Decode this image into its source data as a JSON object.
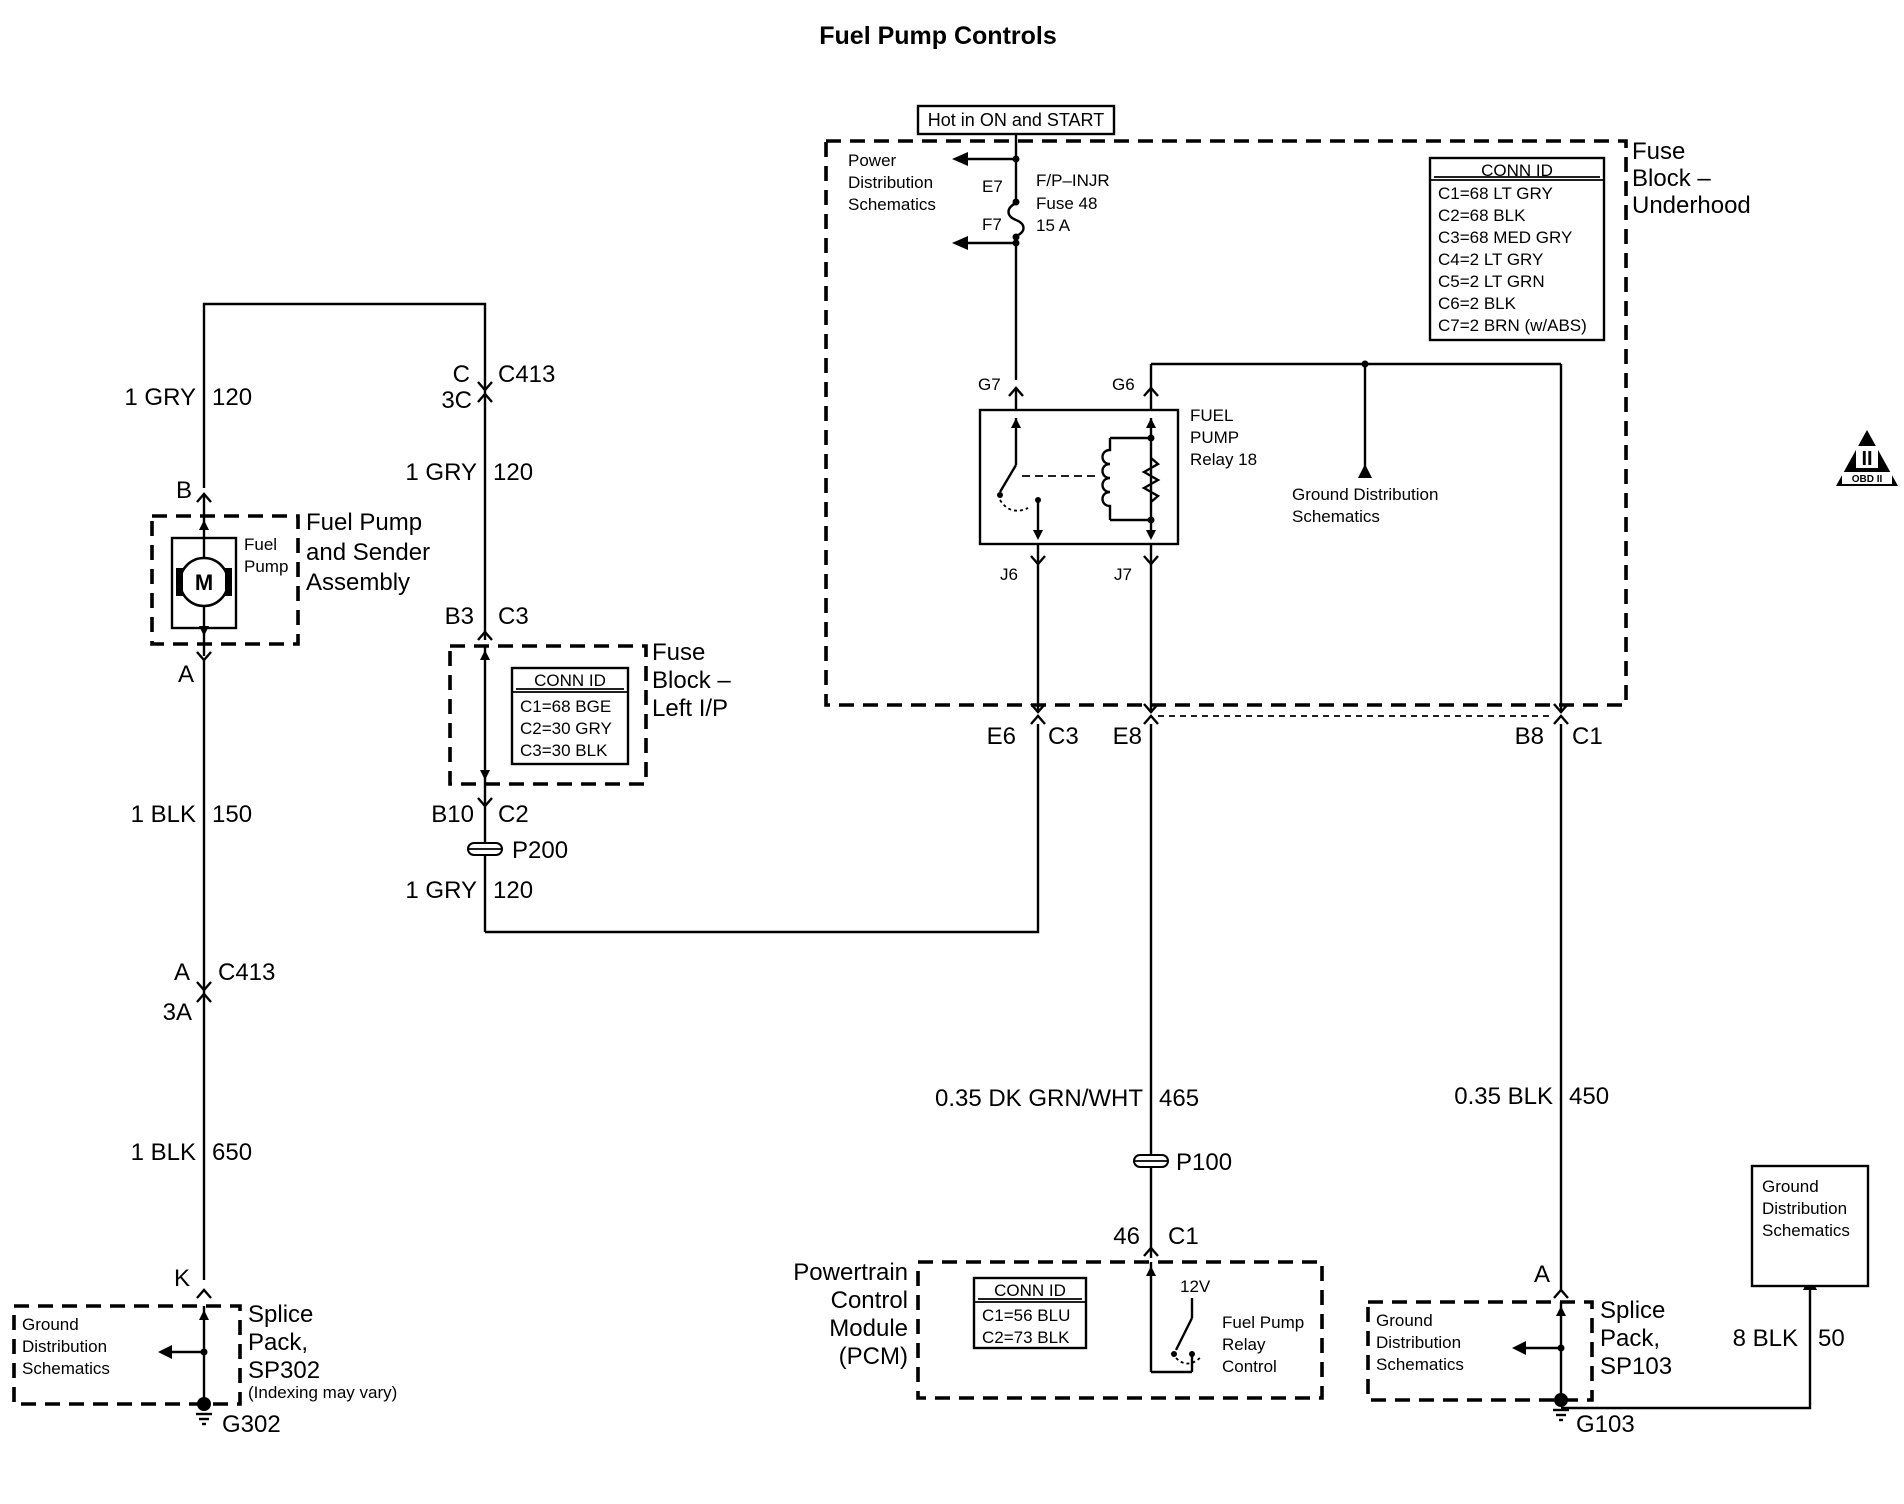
{
  "title": "Fuel Pump Controls",
  "hot_label": "Hot in ON and START",
  "fuse_block_underhood": {
    "title": [
      "Fuse",
      "Block –",
      "Underhood"
    ],
    "conn_title": "CONN ID",
    "conn": [
      "C1=68 LT GRY",
      "C2=68 BLK",
      "C3=68 MED GRY",
      "C4=2 LT GRY",
      "C5=2 LT GRN",
      "C6=2 BLK",
      "C7=2 BRN (w/ABS)"
    ]
  },
  "power_dist": [
    "Power",
    "Distribution",
    "Schematics"
  ],
  "fuse48": {
    "pin_top": "E7",
    "pin_bottom": "F7",
    "lines": [
      "F/P–INJR",
      "Fuse 48",
      "15 A"
    ]
  },
  "relay": {
    "lines": [
      "FUEL",
      "PUMP",
      "Relay 18"
    ],
    "pin_g7": "G7",
    "pin_g6": "G6",
    "pin_j6": "J6",
    "pin_j7": "J7"
  },
  "ground_dist_top": [
    "Ground Distribution",
    "Schematics"
  ],
  "obd": "OBD II",
  "obd_numeral": "II",
  "fuel_pump": {
    "title": [
      "Fuel Pump",
      "and Sender",
      "Assembly"
    ],
    "label": [
      "Fuel",
      "Pump"
    ],
    "motor": "M",
    "pin_b": "B",
    "pin_a": "A"
  },
  "fuse_block_lip": {
    "title": [
      "Fuse",
      "Block –",
      "Left I/P"
    ],
    "conn_title": "CONN ID",
    "conn": [
      "C1=68 BGE",
      "C2=30 GRY",
      "C3=30 BLK"
    ]
  },
  "connectors": {
    "c413_top": {
      "pin": "C",
      "name": "C413",
      "sub": "3C"
    },
    "b3": {
      "pin": "B3",
      "name": "C3"
    },
    "b10": {
      "pin": "B10",
      "name": "C2"
    },
    "p200": "P200",
    "c413_low": {
      "pin": "A",
      "name": "C413",
      "sub": "3A"
    },
    "e6": {
      "pin": "E6",
      "name": "C3"
    },
    "e8": "E8",
    "b8": {
      "pin": "B8",
      "name": "C1"
    },
    "p100": "P100",
    "pcm_pin": {
      "pin": "46",
      "name": "C1"
    },
    "k": "K",
    "sp103_a": "A"
  },
  "wires": {
    "w120_a": {
      "color": "1 GRY",
      "circuit": "120"
    },
    "w120_b": {
      "color": "1 GRY",
      "circuit": "120"
    },
    "w120_c": {
      "color": "1 GRY",
      "circuit": "120"
    },
    "w150": {
      "color": "1 BLK",
      "circuit": "150"
    },
    "w650": {
      "color": "1 BLK",
      "circuit": "650"
    },
    "w465": {
      "color": "0.35 DK GRN/WHT",
      "circuit": "465"
    },
    "w450": {
      "color": "0.35 BLK",
      "circuit": "450"
    },
    "w50": {
      "color": "8 BLK",
      "circuit": "50"
    }
  },
  "pcm": {
    "title": [
      "Powertrain",
      "Control",
      "Module",
      "(PCM)"
    ],
    "conn_title": "CONN ID",
    "conn": [
      "C1=56 BLU",
      "C2=73 BLK"
    ],
    "volt": "12V",
    "control": [
      "Fuel Pump",
      "Relay",
      "Control"
    ]
  },
  "sp302": {
    "title": [
      "Splice",
      "Pack,",
      "SP302"
    ],
    "note": "(Indexing may vary)",
    "ground_dist": [
      "Ground",
      "Distribution",
      "Schematics"
    ],
    "ground": "G302"
  },
  "sp103": {
    "title": [
      "Splice",
      "Pack,",
      "SP103"
    ],
    "ground_dist": [
      "Ground",
      "Distribution",
      "Schematics"
    ],
    "ground": "G103"
  },
  "ground_dist_box": [
    "Ground",
    "Distribution",
    "Schematics"
  ]
}
